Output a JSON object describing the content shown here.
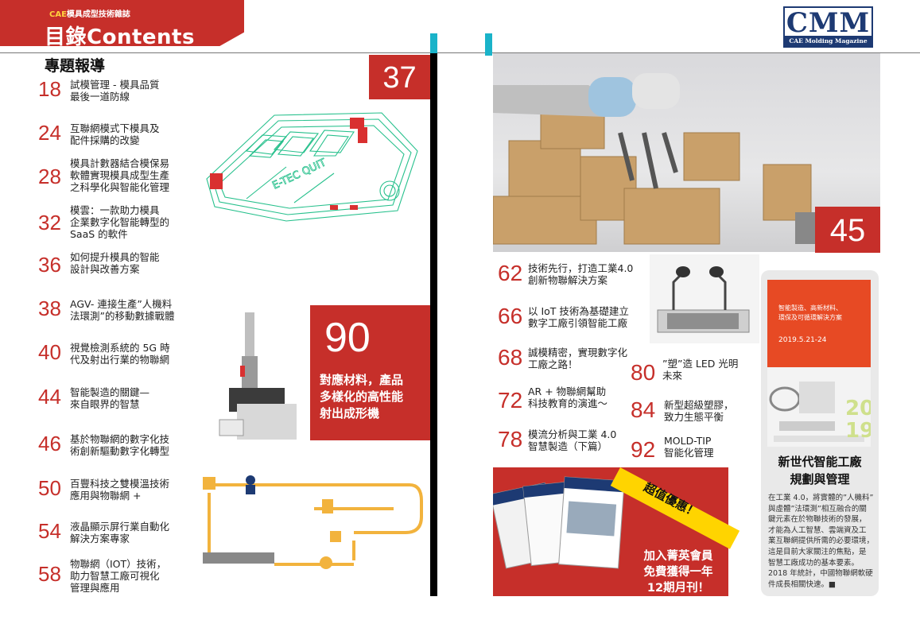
{
  "header": {
    "magazine_prefix": "CAE",
    "magazine_name": "模具成型技術雜誌",
    "title": "目錄Contents",
    "logo_main": "CMM",
    "logo_sub": "CAE Molding Magazine"
  },
  "left": {
    "section_title": "專題報導",
    "items": [
      {
        "num": "18",
        "text": "試模管理 - 模具品質\n最後一道防線"
      },
      {
        "num": "24",
        "text": "互聯網模式下模具及\n配件採購的改變"
      },
      {
        "num": "28",
        "text": "模具計數器結合模保易\n軟體實現模具成型生產\n之科學化與智能化管理"
      },
      {
        "num": "32",
        "text": "模雲：一款助力模具\n企業數字化智能轉型的\nSaaS 的軟件"
      },
      {
        "num": "36",
        "text": "如何提升模具的智能\n設計與改善方案"
      },
      {
        "num": "38",
        "text": "AGV- 連接生產”人機料\n法環測”的移動數據戰體"
      },
      {
        "num": "40",
        "text": "視覺檢測系統的 5G 時\n代及射出行業的物聯網"
      },
      {
        "num": "44",
        "text": "智能製造的關鍵—\n來自眼界的智慧"
      },
      {
        "num": "46",
        "text": "基於物聯網的數字化技\n術創新驅動數字化轉型"
      },
      {
        "num": "50",
        "text": "百豐科技之雙模溫技術\n應用與物聯網 +"
      },
      {
        "num": "54",
        "text": "液晶顯示屏行業自動化\n解決方案專家"
      },
      {
        "num": "58",
        "text": "物聯網（IOT）技術，\n助力智慧工廠可視化\n管理與應用"
      }
    ],
    "feature_37": "37",
    "feature_90": {
      "num": "90",
      "text": "對應材料，產品\n多樣化的高性能\n射出成形機"
    },
    "mold_label": "E-TEC QUIT"
  },
  "right": {
    "feature_45": "45",
    "items": [
      {
        "num": "62",
        "text": "技術先行，打造工業4.0\n創新物聯解決方案"
      },
      {
        "num": "66",
        "text": "以 IoT 技術為基礎建立\n數字工廠引領智能工廠"
      },
      {
        "num": "68",
        "text": "誠模精密，實現數字化\n工廠之路！"
      },
      {
        "num": "72",
        "text": "AR + 物聯網幫助\n科技教育的演進～"
      },
      {
        "num": "78",
        "text": "模流分析與工業 4.0\n智慧製造（下篇）"
      },
      {
        "num": "80",
        "text": "”塑”造 LED 光明\n未來"
      },
      {
        "num": "84",
        "text": "新型超級塑膠，\n致力生態平衡"
      },
      {
        "num": "92",
        "text": "MOLD-TIP\n智能化管理"
      }
    ],
    "promo": {
      "ribbon": "超值優惠！",
      "text": "加入菁英會員\n免費獲得一年\n12期月刊！"
    },
    "sidebar": {
      "poster_title": "智能製造、高新材料、\n環保及可循環解決方案",
      "poster_date": "2019.5.21-24",
      "poster_year": "2019",
      "title": "新世代智能工廠\n規劃與管理",
      "body": "在工業 4.0，將實體的”人機料”\n與虛體”法環測”相互融合的關\n鍵元素在於物聯技術的發展，\n才能為人工智慧、雲端資及工\n業互聯網提供所需的必要環境，\n這是目前大家關注的焦點，是\n智慧工廠成功的基本要素。\n2018 年統計，中國物聯網軟硬\n件成長相關快速。■"
    }
  },
  "colors": {
    "brand_red": "#c62f2a",
    "accent_cyan": "#1ab3c9",
    "logo_blue": "#1d3a73",
    "promo_yellow": "#ffd400"
  }
}
